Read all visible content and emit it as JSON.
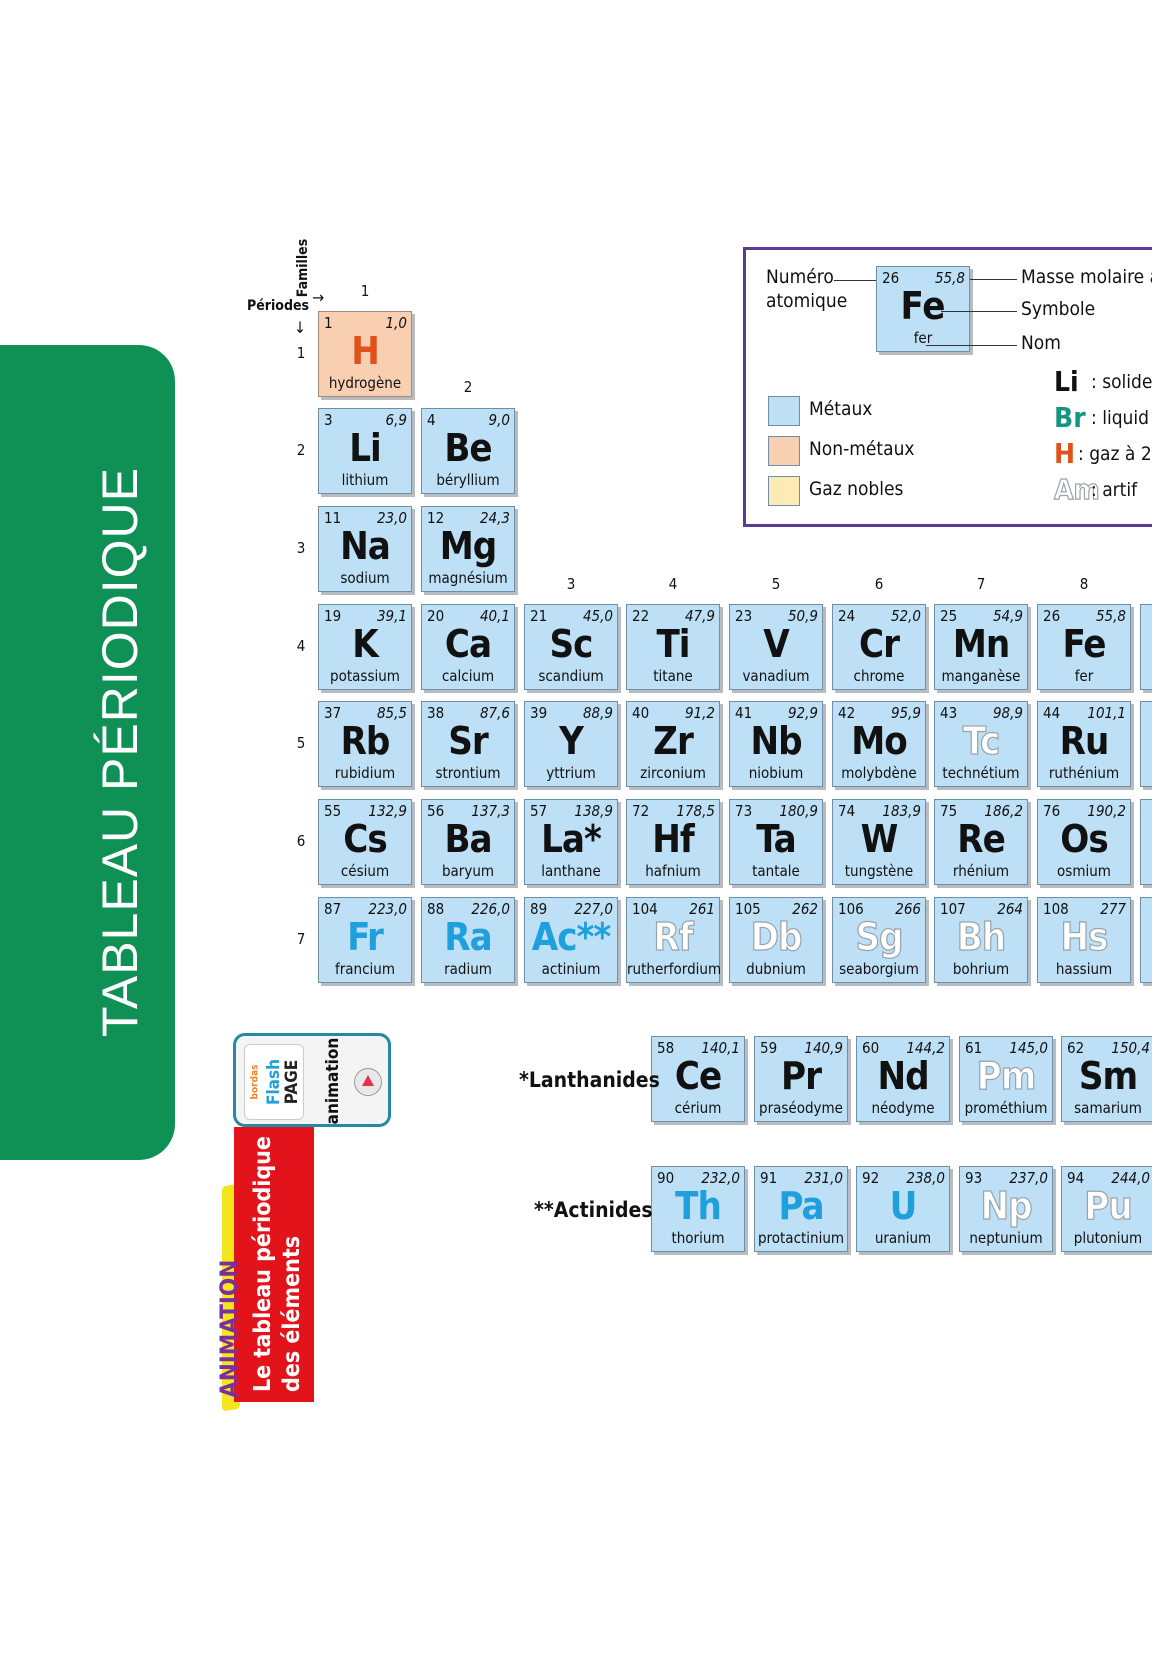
{
  "title": "TABLEAU PÉRIODIQUE",
  "headers": {
    "familles": "Familles",
    "periodes": "Périodes"
  },
  "groups": [
    "1",
    "2",
    "3",
    "4",
    "5",
    "6",
    "7",
    "8",
    "2"
  ],
  "periods": [
    "1",
    "2",
    "3",
    "4",
    "5",
    "6",
    "7"
  ],
  "legend": {
    "num_label_1": "Numéro",
    "num_label_2": "atomique",
    "mass_label": "Masse molaire at",
    "symbol_label": "Symbole",
    "name_label": "Nom",
    "example": {
      "num": "26",
      "mass": "55,8",
      "sym": "Fe",
      "name": "fer"
    },
    "categories": [
      {
        "label": "Métaux",
        "color": "#bde0f6"
      },
      {
        "label": "Non-métaux",
        "color": "#f9cfb1"
      },
      {
        "label": "Gaz nobles",
        "color": "#fdeab5"
      }
    ],
    "states": [
      {
        "sym": "Li",
        "text": ": solide",
        "color": "#111111"
      },
      {
        "sym": "Br",
        "text": ": liquid",
        "color": "#17967f"
      },
      {
        "sym": "H",
        "text": ": gaz à 2",
        "color": "#e0521b"
      },
      {
        "sym": "Am",
        "text": ": artif",
        "color": "#ffffff"
      }
    ]
  },
  "elements": [
    {
      "num": "1",
      "mass": "1,0",
      "sym": "H",
      "name": "hydrogène",
      "type": "nonmetal",
      "state": "orange"
    },
    {
      "num": "3",
      "mass": "6,9",
      "sym": "Li",
      "name": "lithium",
      "type": "metal",
      "state": "black"
    },
    {
      "num": "4",
      "mass": "9,0",
      "sym": "Be",
      "name": "béryllium",
      "type": "metal",
      "state": "black"
    },
    {
      "num": "11",
      "mass": "23,0",
      "sym": "Na",
      "name": "sodium",
      "type": "metal",
      "state": "black"
    },
    {
      "num": "12",
      "mass": "24,3",
      "sym": "Mg",
      "name": "magnésium",
      "type": "metal",
      "state": "black"
    },
    {
      "num": "19",
      "mass": "39,1",
      "sym": "K",
      "name": "potassium",
      "type": "metal",
      "state": "black"
    },
    {
      "num": "20",
      "mass": "40,1",
      "sym": "Ca",
      "name": "calcium",
      "type": "metal",
      "state": "black"
    },
    {
      "num": "21",
      "mass": "45,0",
      "sym": "Sc",
      "name": "scandium",
      "type": "metal",
      "state": "black"
    },
    {
      "num": "22",
      "mass": "47,9",
      "sym": "Ti",
      "name": "titane",
      "type": "metal",
      "state": "black"
    },
    {
      "num": "23",
      "mass": "50,9",
      "sym": "V",
      "name": "vanadium",
      "type": "metal",
      "state": "black"
    },
    {
      "num": "24",
      "mass": "52,0",
      "sym": "Cr",
      "name": "chrome",
      "type": "metal",
      "state": "black"
    },
    {
      "num": "25",
      "mass": "54,9",
      "sym": "Mn",
      "name": "manganèse",
      "type": "metal",
      "state": "black"
    },
    {
      "num": "26",
      "mass": "55,8",
      "sym": "Fe",
      "name": "fer",
      "type": "metal",
      "state": "black"
    },
    {
      "num": "37",
      "mass": "85,5",
      "sym": "Rb",
      "name": "rubidium",
      "type": "metal",
      "state": "black"
    },
    {
      "num": "38",
      "mass": "87,6",
      "sym": "Sr",
      "name": "strontium",
      "type": "metal",
      "state": "black"
    },
    {
      "num": "39",
      "mass": "88,9",
      "sym": "Y",
      "name": "yttrium",
      "type": "metal",
      "state": "black"
    },
    {
      "num": "40",
      "mass": "91,2",
      "sym": "Zr",
      "name": "zirconium",
      "type": "metal",
      "state": "black"
    },
    {
      "num": "41",
      "mass": "92,9",
      "sym": "Nb",
      "name": "niobium",
      "type": "metal",
      "state": "black"
    },
    {
      "num": "42",
      "mass": "95,9",
      "sym": "Mo",
      "name": "molybdène",
      "type": "metal",
      "state": "black"
    },
    {
      "num": "43",
      "mass": "98,9",
      "sym": "Tc",
      "name": "technétium",
      "type": "metal",
      "state": "outline"
    },
    {
      "num": "44",
      "mass": "101,1",
      "sym": "Ru",
      "name": "ruthénium",
      "type": "metal",
      "state": "black"
    },
    {
      "num": "55",
      "mass": "132,9",
      "sym": "Cs",
      "name": "césium",
      "type": "metal",
      "state": "black"
    },
    {
      "num": "56",
      "mass": "137,3",
      "sym": "Ba",
      "name": "baryum",
      "type": "metal",
      "state": "black"
    },
    {
      "num": "57",
      "mass": "138,9",
      "sym": "La*",
      "name": "lanthane",
      "type": "metal",
      "state": "black"
    },
    {
      "num": "72",
      "mass": "178,5",
      "sym": "Hf",
      "name": "hafnium",
      "type": "metal",
      "state": "black"
    },
    {
      "num": "73",
      "mass": "180,9",
      "sym": "Ta",
      "name": "tantale",
      "type": "metal",
      "state": "black"
    },
    {
      "num": "74",
      "mass": "183,9",
      "sym": "W",
      "name": "tungstène",
      "type": "metal",
      "state": "black"
    },
    {
      "num": "75",
      "mass": "186,2",
      "sym": "Re",
      "name": "rhénium",
      "type": "metal",
      "state": "black"
    },
    {
      "num": "76",
      "mass": "190,2",
      "sym": "Os",
      "name": "osmium",
      "type": "metal",
      "state": "black"
    },
    {
      "num": "87",
      "mass": "223,0",
      "sym": "Fr",
      "name": "francium",
      "type": "metal",
      "state": "teal"
    },
    {
      "num": "88",
      "mass": "226,0",
      "sym": "Ra",
      "name": "radium",
      "type": "metal",
      "state": "teal"
    },
    {
      "num": "89",
      "mass": "227,0",
      "sym": "Ac**",
      "name": "actinium",
      "type": "metal",
      "state": "teal"
    },
    {
      "num": "104",
      "mass": "261",
      "sym": "Rf",
      "name": "rutherfordium",
      "type": "metal",
      "state": "outline"
    },
    {
      "num": "105",
      "mass": "262",
      "sym": "Db",
      "name": "dubnium",
      "type": "metal",
      "state": "outline"
    },
    {
      "num": "106",
      "mass": "266",
      "sym": "Sg",
      "name": "seaborgium",
      "type": "metal",
      "state": "outline"
    },
    {
      "num": "107",
      "mass": "264",
      "sym": "Bh",
      "name": "bohrium",
      "type": "metal",
      "state": "outline"
    },
    {
      "num": "108",
      "mass": "277",
      "sym": "Hs",
      "name": "hassium",
      "type": "metal",
      "state": "outline"
    }
  ],
  "lanthanides_label": "*Lanthanides",
  "actinides_label": "**Actinides",
  "lanthanides": [
    {
      "num": "58",
      "mass": "140,1",
      "sym": "Ce",
      "name": "cérium",
      "state": "black"
    },
    {
      "num": "59",
      "mass": "140,9",
      "sym": "Pr",
      "name": "praséodyme",
      "state": "black"
    },
    {
      "num": "60",
      "mass": "144,2",
      "sym": "Nd",
      "name": "néodyme",
      "state": "black"
    },
    {
      "num": "61",
      "mass": "145,0",
      "sym": "Pm",
      "name": "prométhium",
      "state": "outline"
    },
    {
      "num": "62",
      "mass": "150,4",
      "sym": "Sm",
      "name": "samarium",
      "state": "black"
    }
  ],
  "actinides": [
    {
      "num": "90",
      "mass": "232,0",
      "sym": "Th",
      "name": "thorium",
      "state": "teal"
    },
    {
      "num": "91",
      "mass": "231,0",
      "sym": "Pa",
      "name": "protactinium",
      "state": "teal"
    },
    {
      "num": "92",
      "mass": "238,0",
      "sym": "U",
      "name": "uranium",
      "state": "teal"
    },
    {
      "num": "93",
      "mass": "237,0",
      "sym": "Np",
      "name": "neptunium",
      "state": "outline"
    },
    {
      "num": "94",
      "mass": "244,0",
      "sym": "Pu",
      "name": "plutonium",
      "state": "outline"
    }
  ],
  "flash": {
    "brand": "bordas",
    "logo_1": "Flash",
    "logo_2": "PAGE",
    "word": "animation"
  },
  "animation": {
    "tag": "ANIMATION",
    "line1": "Le tableau périodique",
    "line2": "des éléments"
  }
}
